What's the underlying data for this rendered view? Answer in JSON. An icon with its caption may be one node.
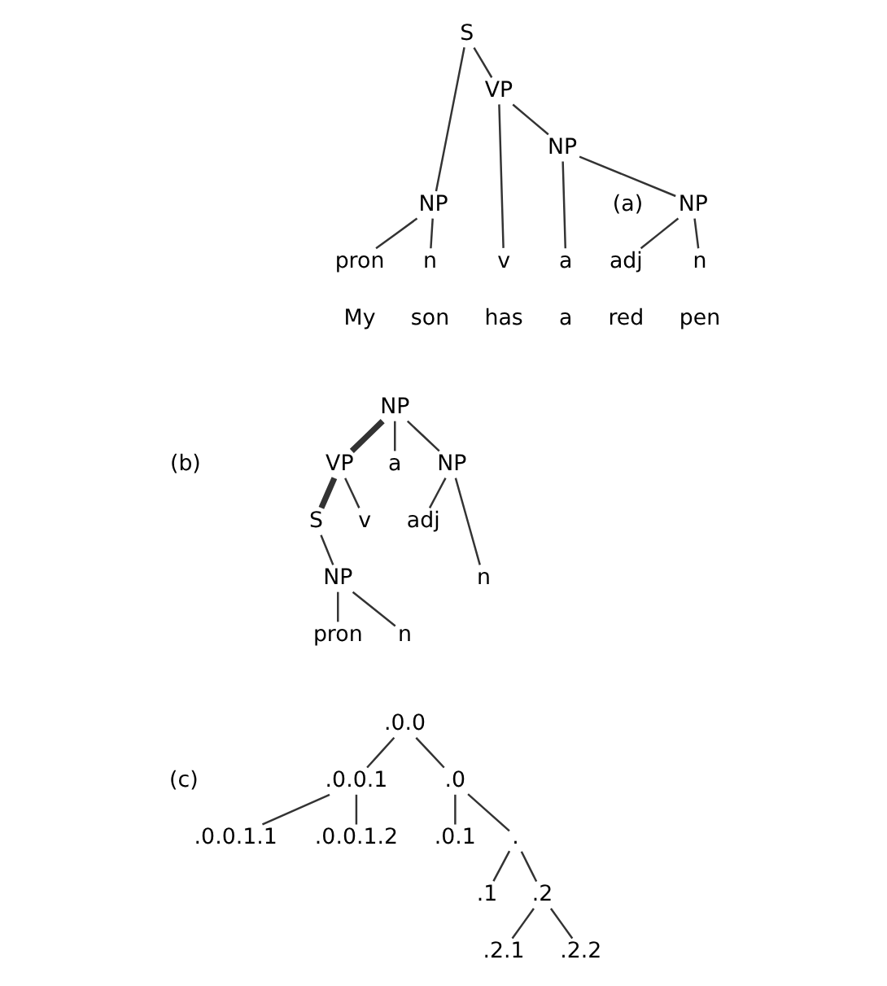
{
  "diagram": {
    "nodes": [
      {
        "text": [
          "S"
        ]
      },
      {
        "text": [
          "NP"
        ]
      },
      {
        "text": [
          "pron"
        ]
      },
      {
        "text": [
          "n"
        ]
      },
      {
        "text": [
          "VP"
        ]
      },
      {
        "text": [
          "v"
        ]
      },
      {
        "text": [
          "NP"
        ]
      },
      {
        "text": [
          "a"
        ]
      },
      {
        "text": [
          "NP"
        ]
      },
      {
        "text": [
          "adj"
        ]
      },
      {
        "text": [
          "n"
        ]
      },
      {
        "text": [
          "NP"
        ]
      },
      {
        "text": [
          "VP"
        ]
      },
      {
        "text": [
          "S"
        ]
      },
      {
        "text": [
          "NP"
        ]
      },
      {
        "text": [
          "pron"
        ]
      },
      {
        "text": [
          "n"
        ]
      },
      {
        "text": [
          "v"
        ]
      },
      {
        "text": [
          "a"
        ]
      },
      {
        "text": [
          "NP"
        ]
      },
      {
        "text": [
          "adj"
        ]
      },
      {
        "text": [
          "n"
        ]
      },
      {
        "text": [
          ".0.0"
        ]
      },
      {
        "text": [
          ".0.0.1"
        ]
      },
      {
        "text": [
          ".0.0.1.1"
        ]
      },
      {
        "text": [
          ".0.0.1.2"
        ]
      },
      {
        "text": [
          ".0"
        ]
      },
      {
        "text": [
          ".0.1"
        ]
      },
      {
        "text": [
          "."
        ]
      },
      {
        "text": [
          ".1"
        ]
      },
      {
        "text": [
          ".2"
        ]
      },
      {
        "text": [
          ".2.1"
        ]
      },
      {
        "text": [
          ".2.2"
        ]
      }
    ],
    "edges": [
      {
        "from": 0,
        "to": 1,
        "arrow": "none"
      },
      {
        "from": 0,
        "to": 4,
        "arrow": "none"
      },
      {
        "from": 1,
        "to": 2,
        "arrow": "none"
      },
      {
        "from": 1,
        "to": 3,
        "arrow": "none"
      },
      {
        "from": 4,
        "to": 5,
        "arrow": "none"
      },
      {
        "from": 4,
        "to": 6,
        "arrow": "none"
      },
      {
        "from": 6,
        "to": 7,
        "arrow": "none"
      },
      {
        "from": 6,
        "to": 8,
        "arrow": "none"
      },
      {
        "from": 8,
        "to": 9,
        "arrow": "none"
      },
      {
        "from": 8,
        "to": 10,
        "arrow": "none"
      },
      {
        "from": 11,
        "to": 12,
        "arrow": "none",
        "style": "thick"
      },
      {
        "from": 11,
        "to": 18,
        "arrow": "none"
      },
      {
        "from": 11,
        "to": 19,
        "arrow": "none"
      },
      {
        "from": 12,
        "to": 13,
        "arrow": "none",
        "style": "thick"
      },
      {
        "from": 12,
        "to": 17,
        "arrow": "none"
      },
      {
        "from": 13,
        "to": 14,
        "arrow": "none"
      },
      {
        "from": 14,
        "to": 15,
        "arrow": "none"
      },
      {
        "from": 14,
        "to": 16,
        "arrow": "none"
      },
      {
        "from": 19,
        "to": 20,
        "arrow": "none"
      },
      {
        "from": 19,
        "to": 21,
        "arrow": "none"
      },
      {
        "from": 22,
        "to": 23,
        "arrow": "none"
      },
      {
        "from": 22,
        "to": 26,
        "arrow": "none"
      },
      {
        "from": 23,
        "to": 24,
        "arrow": "none"
      },
      {
        "from": 23,
        "to": 25,
        "arrow": "none"
      },
      {
        "from": 26,
        "to": 27,
        "arrow": "none"
      },
      {
        "from": 26,
        "to": 28,
        "arrow": "none"
      },
      {
        "from": 28,
        "to": 29,
        "arrow": "none"
      },
      {
        "from": 28,
        "to": 30,
        "arrow": "none"
      },
      {
        "from": 30,
        "to": 31,
        "arrow": "none"
      },
      {
        "from": 30,
        "to": 32,
        "arrow": "none"
      }
    ],
    "labels": [
      "(a)",
      "My",
      "son",
      "has",
      "a",
      "red",
      "pen",
      "(b)",
      "(c)"
    ]
  }
}
